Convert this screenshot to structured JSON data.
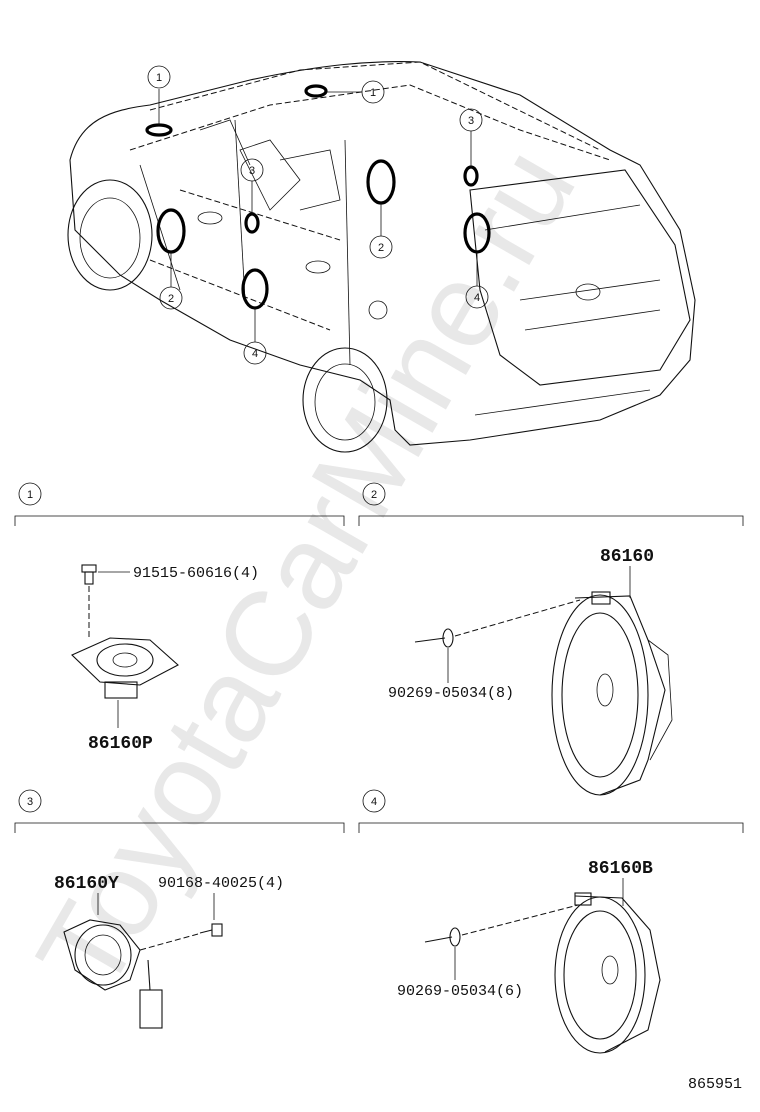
{
  "watermark": "ToyotaCarMine.ru",
  "diagram_id": "865951",
  "overview": {
    "callouts": [
      "1",
      "1",
      "2",
      "2",
      "3",
      "3",
      "4",
      "4"
    ]
  },
  "sections": [
    {
      "number": "1",
      "main_part": "86160P",
      "fasteners": [
        "91515-60616(4)"
      ]
    },
    {
      "number": "2",
      "main_part": "86160",
      "fasteners": [
        "90269-05034(8)"
      ]
    },
    {
      "number": "3",
      "main_part": "86160Y",
      "fasteners": [
        "90168-40025(4)"
      ]
    },
    {
      "number": "4",
      "main_part": "86160B",
      "fasteners": [
        "90269-05034(6)"
      ]
    }
  ]
}
